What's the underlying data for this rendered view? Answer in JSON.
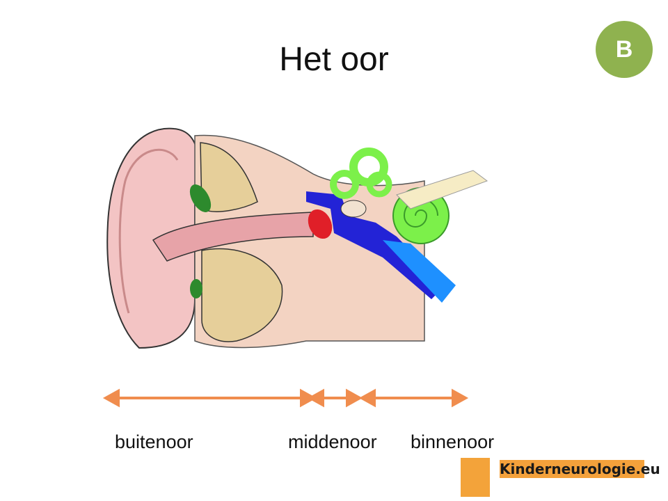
{
  "title": "Het oor",
  "badge": "B",
  "regions": [
    {
      "label": "buitenoor"
    },
    {
      "label": "middenoor"
    },
    {
      "label": "binnenoor"
    }
  ],
  "logo": {
    "text": "Kinderneurologie.eu"
  },
  "colors": {
    "arrow": "#f08d4e",
    "badge": "#8fb24f",
    "logo_bg": "#f4a13b",
    "pinna": "#f3c4c4",
    "bone": "#e6cf9a",
    "labyrinth": "#7cf04a",
    "canal_blue": "#2323d6",
    "eardrum": "#e01f28"
  }
}
